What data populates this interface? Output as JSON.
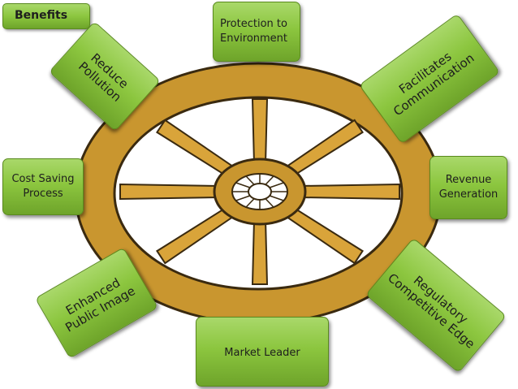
{
  "title": "Benefits",
  "colors": {
    "box_fill": "#8cc63f",
    "box_border": "#5a8a1e",
    "wheel_rim": "#c9962f",
    "wheel_spoke": "#d9a43a",
    "wheel_outline": "#3a2a10"
  },
  "benefits": {
    "protection": "Protection to\nEnvironment",
    "reduce_pollution": "Reduce\nPollution",
    "facilitates": "Facilitates\nCommunication",
    "cost_saving": "Cost Saving\nProcess",
    "revenue": "Revenue\nGeneration",
    "enhanced": "Enhanced\nPublic Image",
    "regulatory": "Regulatory\nCompetitive Edge",
    "market_leader": "Market Leader"
  }
}
